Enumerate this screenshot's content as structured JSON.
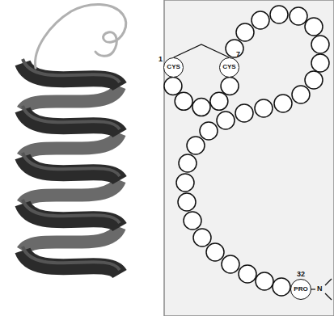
{
  "diagram": {
    "nodes": [
      {
        "text": [
          "CYS",
          "1"
        ]
      },
      {
        "text": [
          "CYS",
          "7"
        ]
      },
      {
        "text": [
          "PRO",
          "32"
        ]
      }
    ],
    "edges": [
      {
        "from": 0,
        "to": 1,
        "arrow": "none"
      }
    ],
    "labels": [
      "N"
    ]
  }
}
